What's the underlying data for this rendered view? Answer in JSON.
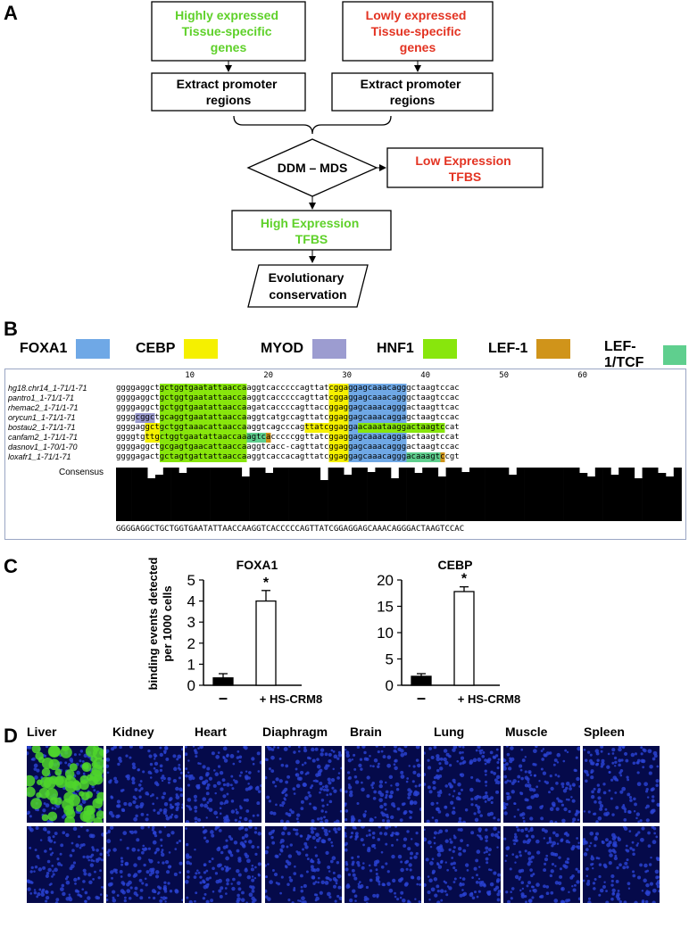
{
  "panel_labels": {
    "a": "A",
    "b": "B",
    "c": "C",
    "d": "D"
  },
  "flowchart": {
    "high_genes": [
      "Highly expressed",
      "Tissue-specific",
      "genes"
    ],
    "low_genes": [
      "Lowly expressed",
      "Tissue-specific",
      "genes"
    ],
    "extract_left": [
      "Extract promoter",
      "regions"
    ],
    "extract_right": [
      "Extract promoter",
      "regions"
    ],
    "decision": "DDM – MDS",
    "low_tfbs": [
      "Low  Expression",
      "TFBS"
    ],
    "high_tfbs": [
      "High Expression",
      "TFBS"
    ],
    "evolution": [
      "Evolutionary",
      "conservation"
    ],
    "colors": {
      "green": "#5fd12a",
      "red": "#e33322"
    }
  },
  "legend": [
    {
      "name": "FOXA1",
      "color": "#6fa8e6"
    },
    {
      "name": "CEBP",
      "color": "#f5f000"
    },
    {
      "name": "MYOD",
      "color": "#9c9cd0"
    },
    {
      "name": "HNF1",
      "color": "#88e60c"
    },
    {
      "name": "LEF-1",
      "color": "#d0941a"
    },
    {
      "name": "LEF-1/TCF",
      "color": "#5fcf8e"
    }
  ],
  "alignment": {
    "ruler": [
      "10",
      "20",
      "30",
      "40",
      "50",
      "60"
    ],
    "rows": [
      {
        "name": "hg18.chr14_1-71/1-71",
        "seq": "ggggaggctgctggtgaatattaaccaaggtcacccccagttatcggaggagcaaacagggctaagtccac"
      },
      {
        "name": "pantro1_1-71/1-71",
        "seq": "ggggaggctgctggtgaatattaaccaaggtcacccccagttatcggaggagcaaacagggctaagtccac"
      },
      {
        "name": "rhemac2_1-71/1-71",
        "seq": "ggggaggctgctggtgaatattaaccaagatcaccccagttaccggaggagcaaacagggactaagttcac"
      },
      {
        "name": "orycun1_1-71/1-71",
        "seq": "ggggcggctgcaggtgaatattaaccaaggtcatgccagttatcggaggagcaaacaggagctaagtccac"
      },
      {
        "name": "bostau2_1-71/1-71",
        "seq": "ggggaggctgctggtaaacattaaccaaggtcagcccagttatcggaggaacaaataaggactaagtccat"
      },
      {
        "name": "canfam2_1-71/1-71",
        "seq": "ggggtgttgctggtgaatattaaccaaagtcacccccggttatcggaggagcaaacaggaactaagtccat"
      },
      {
        "name": "dasnov1_1-70/1-70",
        "seq": "ggggaggctgcgagtgaacattaaccaaggtcacc-cagttatcggaggagcaaacagggactaagtccac"
      },
      {
        "name": "loxafr1_1-71/1-71",
        "seq": "ggggagactgctagtgattattaaccaaggtcaccacagttatcggaggagcaaacagggacaaagtccgt"
      }
    ],
    "consensus_label": "Consensus",
    "consensus_seq": "GGGGAGGCTGCTGGTGAATATTAACCAAGGTCACCCCCAGTTATCGGAGGAGCAAACAGGGACTAAGTCCAC"
  },
  "bar_ylabel": [
    "binding events detected",
    "per 1000 cells"
  ],
  "chart_data": [
    {
      "type": "bar",
      "title": "FOXA1",
      "categories": [
        "–",
        "+ HS-CRM8"
      ],
      "values": [
        0.35,
        4.0
      ],
      "errors": [
        0.2,
        0.5
      ],
      "fills": [
        "#000000",
        "#ffffff"
      ],
      "annotations": [
        "",
        "*"
      ],
      "ylim": [
        0,
        5
      ],
      "yticks": [
        "0",
        "1",
        "2",
        "3",
        "4",
        "5"
      ],
      "ylabel": "binding events detected per 1000 cells"
    },
    {
      "type": "bar",
      "title": "CEBP",
      "categories": [
        "–",
        "+ HS-CRM8"
      ],
      "values": [
        1.7,
        17.8
      ],
      "errors": [
        0.5,
        0.9
      ],
      "fills": [
        "#000000",
        "#ffffff"
      ],
      "annotations": [
        "",
        "*"
      ],
      "ylim": [
        0,
        20
      ],
      "yticks": [
        "0",
        "5",
        "10",
        "15",
        "20"
      ],
      "ylabel": ""
    }
  ],
  "tissues": [
    "Liver",
    "Kidney",
    "Heart",
    "Diaphragm",
    "Brain",
    "Lung",
    "Muscle",
    "Spleen"
  ]
}
